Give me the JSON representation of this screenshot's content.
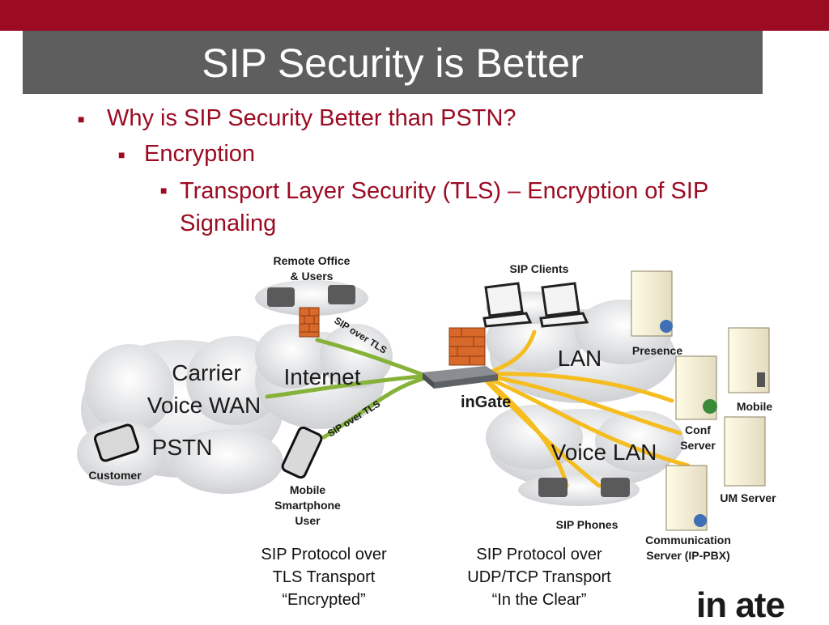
{
  "slide": {
    "title": "SIP Security is Better",
    "bullets": [
      {
        "level": 1,
        "text": "Why is SIP Security Better than PSTN?"
      },
      {
        "level": 2,
        "text": "Encryption"
      },
      {
        "level": 3,
        "text": "Transport Layer Security (TLS) – Encryption of SIP Signaling"
      }
    ]
  },
  "diagram": {
    "remote_office": "Remote Office",
    "remote_office_2": "& Users",
    "sip_clients": "SIP Clients",
    "presence": "Presence",
    "mobile": "Mobile",
    "conf_server_1": "Conf",
    "conf_server_2": "Server",
    "um_server": "UM Server",
    "comm_server_1": "Communication",
    "comm_server_2": "Server (IP-PBX)",
    "sip_phones": "SIP Phones",
    "carrier_1": "Carrier",
    "carrier_2": "Voice WAN",
    "pstn": "PSTN",
    "customer": "Customer",
    "internet": "Internet",
    "lan": "LAN",
    "voice_lan": "Voice LAN",
    "sip_over_tls_top": "SIP over TLS",
    "sip_over_tls_bottom": "SIP over TLS",
    "mobile_user_1": "Mobile",
    "mobile_user_2": "Smartphone",
    "mobile_user_3": "User",
    "ingate_label": "inGate"
  },
  "captions": {
    "left": [
      "SIP Protocol over",
      "TLS Transport",
      "“Encrypted”"
    ],
    "right": [
      "SIP Protocol over",
      "UDP/TCP Transport",
      "“In the Clear”"
    ]
  },
  "logo": {
    "text": "in  ate"
  },
  "colors": {
    "brand_red": "#9b0b22",
    "title_gray": "#5e5e5e",
    "tls_green": "#86b23a",
    "clear_yellow": "#f5bd1f"
  }
}
